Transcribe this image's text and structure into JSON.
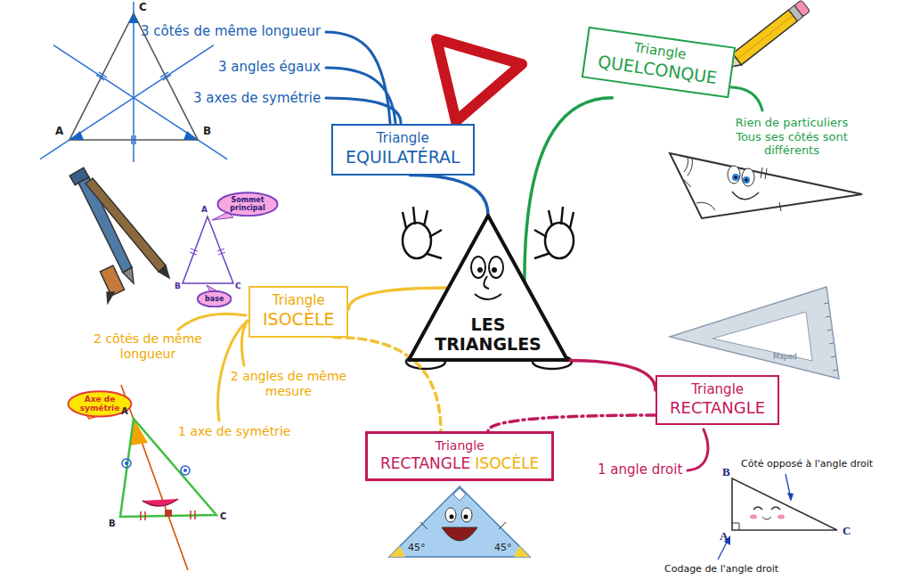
{
  "diagram": {
    "nodes": [
      {
        "text": [
          "LES TRIANGLES"
        ]
      },
      {
        "text": [
          "Triangle",
          "EQUILATÉRAL"
        ]
      },
      {
        "text": [
          "Triangle",
          "QUELCONQUE"
        ]
      },
      {
        "text": [
          "Triangle",
          "ISOCÈLE"
        ]
      },
      {
        "text": [
          "Triangle",
          "RECTANGLE"
        ]
      },
      {
        "text": [
          "Triangle",
          "RECTANGLE",
          "ISOCÈLE"
        ]
      },
      {
        "text": [
          "Sommet principal"
        ]
      },
      {
        "text": [
          "base"
        ]
      },
      {
        "text": [
          "Axe de symétrie"
        ]
      }
    ],
    "edges": [
      {
        "from": 0,
        "to": 1,
        "arrow": "none"
      },
      {
        "from": 0,
        "to": 2,
        "arrow": "none"
      },
      {
        "from": 0,
        "to": 3,
        "arrow": "none"
      },
      {
        "from": 0,
        "to": 4,
        "arrow": "none"
      },
      {
        "from": 3,
        "to": 5,
        "arrow": "none"
      },
      {
        "from": 4,
        "to": 5,
        "arrow": "none"
      }
    ],
    "labels": [
      "3 côtés de même longueur",
      "3 angles égaux",
      "3 axes de symétrie",
      "C",
      "A",
      "B",
      "Rien de particuliers Tous ses côtés sont différents",
      "A",
      "B",
      "C",
      "2 côtés de même longueur",
      "2 angles de même mesure",
      "1 axe de symétrie",
      "A",
      "B",
      "C",
      "45°",
      "45°",
      "1 angle droit",
      "Côté opposé à l'angle droit",
      "B",
      "A",
      "C",
      "Codage de l'angle droit",
      "Maped"
    ]
  }
}
